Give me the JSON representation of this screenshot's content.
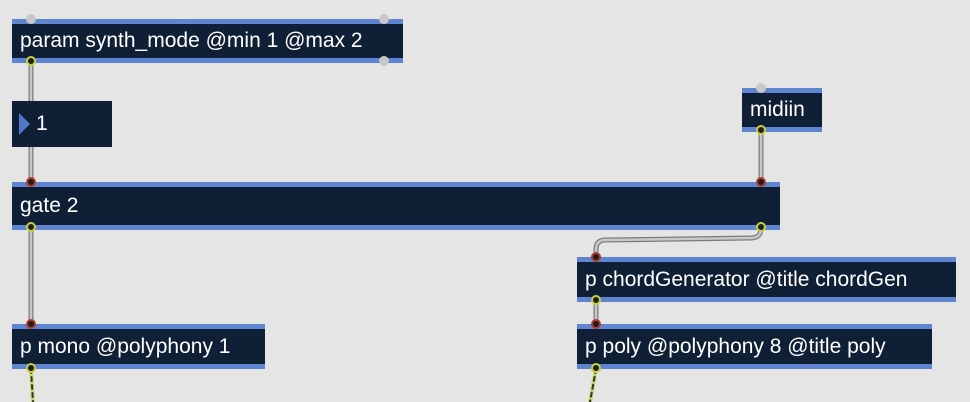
{
  "objects": {
    "param": {
      "label": "param synth_mode @min 1 @max 2"
    },
    "number": {
      "value": "1"
    },
    "midiin": {
      "label": "midiin"
    },
    "gate": {
      "label": "gate 2"
    },
    "chord": {
      "label": "p chordGenerator @title chordGen"
    },
    "mono": {
      "label": "p mono @polyphony 1"
    },
    "poly": {
      "label": "p poly @polyphony 8 @title poly"
    }
  },
  "colors": {
    "canvas": "#e5e5e5",
    "object_fill": "#0f2036",
    "object_border": "#5f84d1",
    "patch_cord": "#9a9a9a",
    "signal_cord": "#c9d86a"
  }
}
